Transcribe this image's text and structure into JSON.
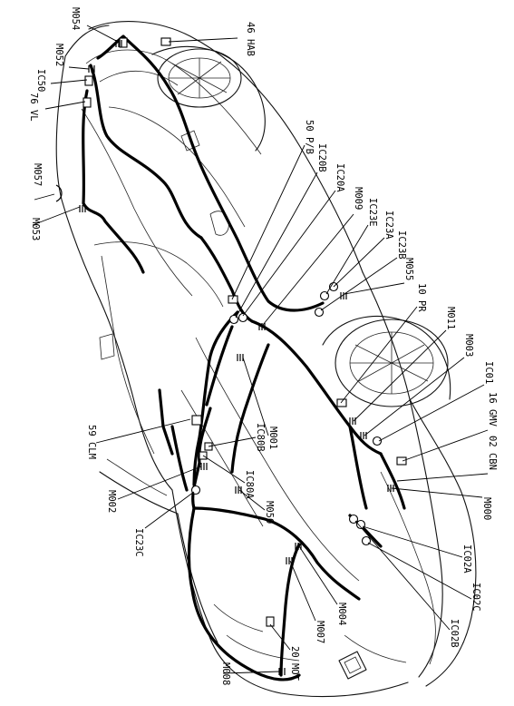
{
  "labels": {
    "m054": "M054",
    "hab": "46 HAB",
    "m052": "M052",
    "ic50": "IC50",
    "vl": "76 VL",
    "pb": "50 P/B",
    "ic20b": "IC20B",
    "ic20a": "IC20A",
    "m009": "M009",
    "ic23e": "IC23E",
    "ic23a": "IC23A",
    "ic23b": "IC23B",
    "m055": "M055",
    "pr": "10 PR",
    "m011": "M011",
    "m003": "M003",
    "ic01": "IC01",
    "gmv": "16 GMV",
    "cbn": "02 CBN",
    "m000": "M000",
    "m057": "M057",
    "m053": "M053",
    "clm": "59 CLM",
    "ic80b": "IC80B",
    "m001": "M001",
    "ic80a": "IC80A",
    "m002": "M002",
    "m050": "M050",
    "ic23c": "IC23C",
    "ic02a": "IC02A",
    "ic02c": "IC02C",
    "ic02b": "IC02B",
    "m004": "M004",
    "m007": "M007",
    "mot": "20 MOT",
    "m008": "M008"
  }
}
